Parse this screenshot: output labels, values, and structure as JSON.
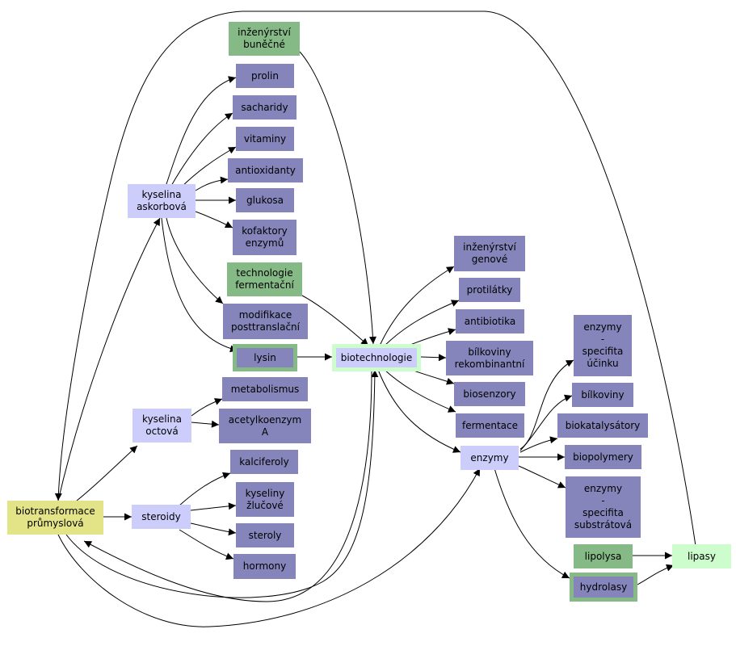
{
  "colors": {
    "topic": "#8585bb",
    "concept": "#cdcdfc",
    "green": "#85b985",
    "light_green": "#cdfccd",
    "yellow": "#e3e388",
    "hub_frame": "#cdfccd",
    "edge": "#000000"
  },
  "nodes": {
    "inzenyrstvi_bunecne": "inženýrství\nbuněčné",
    "prolin": "prolin",
    "sacharidy": "sacharidy",
    "vitaminy": "vitaminy",
    "antioxidanty": "antioxidanty",
    "glukosa": "glukosa",
    "kofaktory": "kofaktory\nenzymů",
    "kyselina_askorbova": "kyselina\naskorbová",
    "technologie_fermentacni": "technologie\nfermentační",
    "modifikace": "modifikace\nposttranslační",
    "lysin": "lysin",
    "biotechnologie": "biotechnologie",
    "metabolismus": "metabolismus",
    "kyselina_octova": "kyselina\noctová",
    "acetylkoenzym": "acetylkoenzym\nA",
    "kalciferoly": "kalciferoly",
    "biotransformace": "biotransformace\nprůmyslová",
    "steroidy": "steroidy",
    "kyseliny_zlucove": "kyseliny\nžlučové",
    "steroly": "steroly",
    "hormony": "hormony",
    "inzenyrstvi_genove": "inženýrství\ngenové",
    "protilatky": "protilátky",
    "antibiotika": "antibiotika",
    "bilkoviny_rekombinantni": "bílkoviny\nrekombinantní",
    "biosenzory": "biosenzory",
    "fermentace": "fermentace",
    "enzymy": "enzymy",
    "enzymy_ucinku": "enzymy\n-\nspecifita\núčinku",
    "bilkoviny": "bílkoviny",
    "biokatalysatory": "biokatalysátory",
    "biopolymery": "biopolymery",
    "enzymy_substratova": "enzymy\n-\nspecifita\nsubstrátová",
    "lipolysa": "lipolysa",
    "hydrolasy": "hydrolasy",
    "lipasy": "lipasy"
  }
}
